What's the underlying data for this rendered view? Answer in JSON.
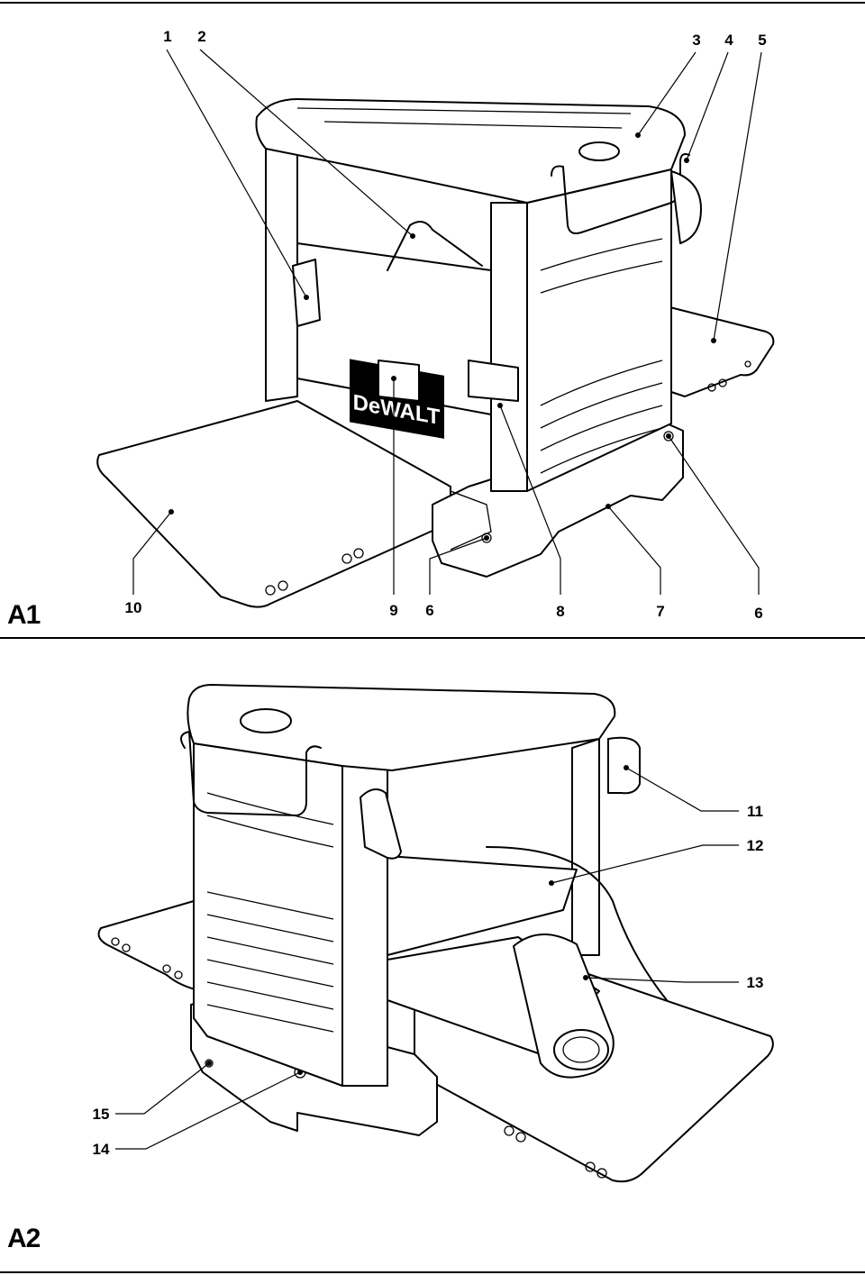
{
  "figures": [
    {
      "label": "A1",
      "callouts": [
        "1",
        "2",
        "3",
        "4",
        "5",
        "10",
        "9",
        "6",
        "8",
        "7",
        "6"
      ],
      "brand_text": "DeWALT"
    },
    {
      "label": "A2",
      "callouts": [
        "11",
        "12",
        "13",
        "15",
        "14"
      ]
    }
  ]
}
